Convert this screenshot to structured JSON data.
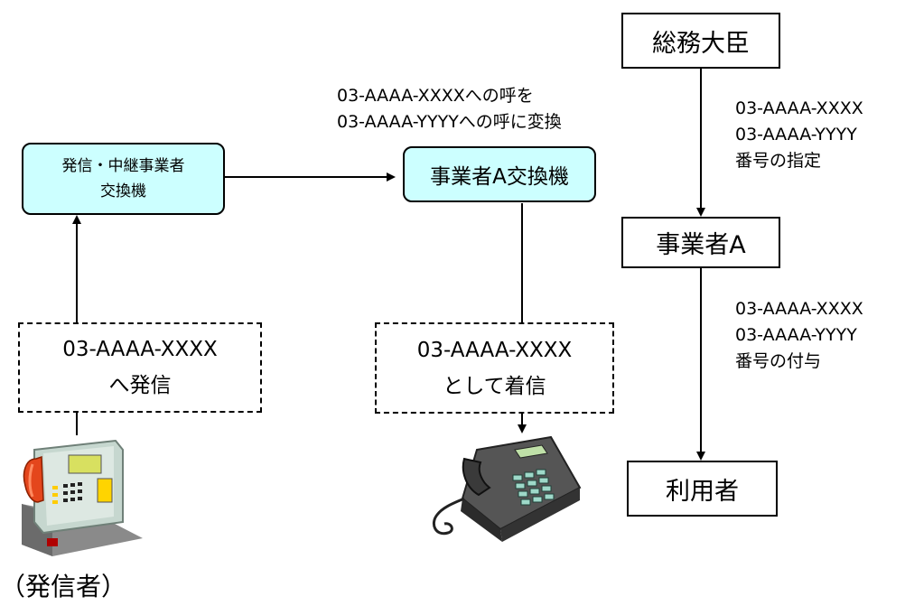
{
  "orig_switch": {
    "line1": "発信・中継事業者",
    "line2": "交換機"
  },
  "carrier_switch": {
    "label": "事業者A交換機"
  },
  "conversion_note": {
    "line1": "03-AAAA-XXXXへの呼を",
    "line2": "03-AAAA-YYYYへの呼に変換"
  },
  "dial_box": {
    "line1": "03-AAAA-XXXX",
    "line2": "へ発信"
  },
  "receive_box": {
    "line1": "03-AAAA-XXXX",
    "line2": "として着信"
  },
  "caller_label": "（発信者）",
  "minister": {
    "label": "総務大臣"
  },
  "designation_note": {
    "line1": "03-AAAA-XXXX",
    "line2": "03-AAAA-YYYY",
    "line3": "番号の指定"
  },
  "carrier": {
    "label": "事業者A"
  },
  "assignment_note": {
    "line1": "03-AAAA-XXXX",
    "line2": "03-AAAA-YYYY",
    "line3": "番号の付与"
  },
  "user": {
    "label": "利用者"
  },
  "icons": {
    "caller_phone": "payphone-icon",
    "receiver_phone": "desk-phone-icon"
  },
  "colors": {
    "switch_fill": "#ccffff",
    "line": "#000000"
  }
}
